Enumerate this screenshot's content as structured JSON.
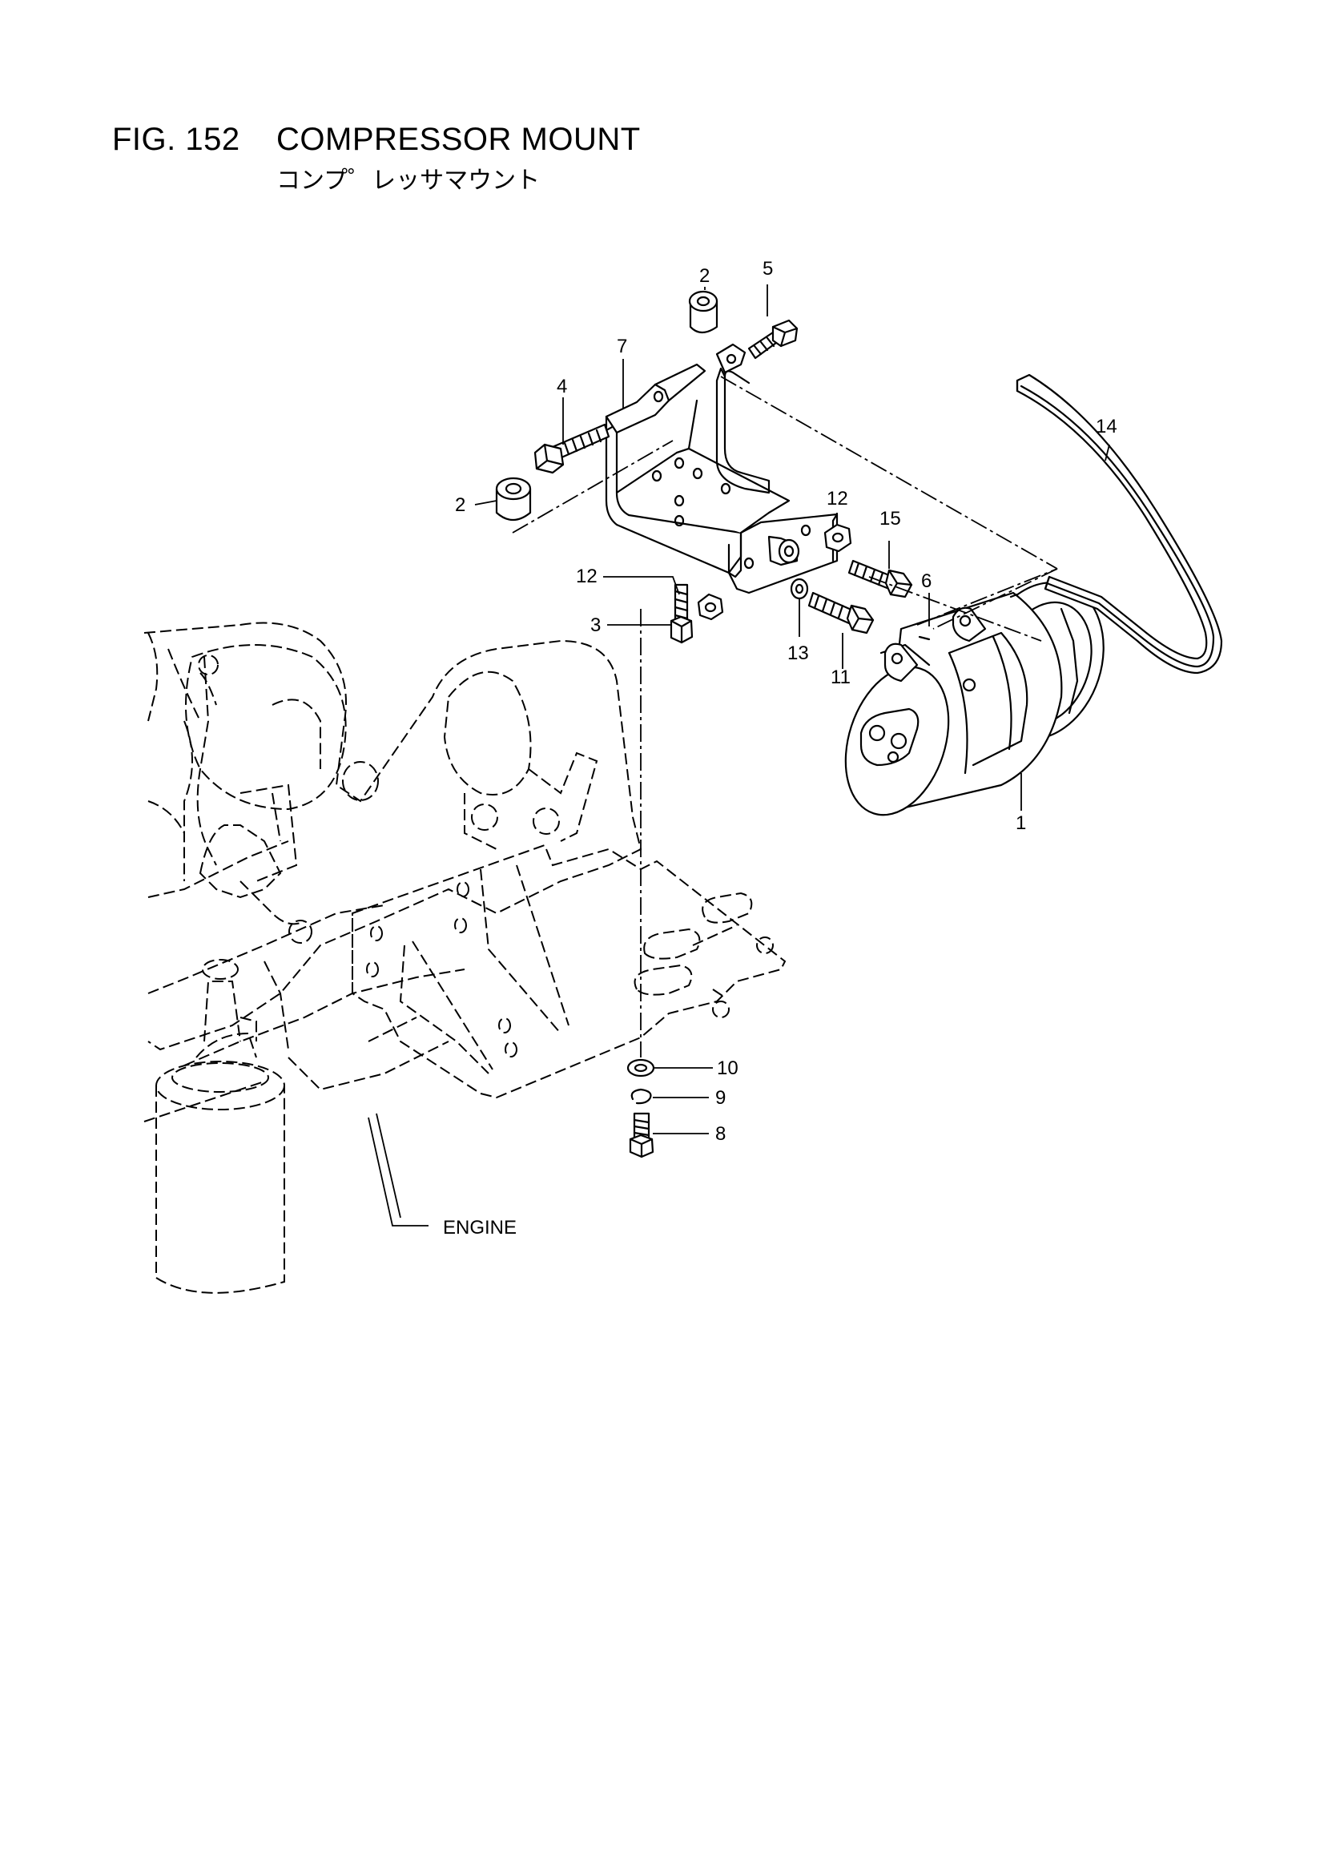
{
  "figure": {
    "number": "FIG. 152",
    "title": "COMPRESSOR MOUNT",
    "subtitle": "コンプ゜レッサマウント"
  },
  "callouts": [
    "1",
    "2",
    "2",
    "3",
    "4",
    "5",
    "6",
    "7",
    "8",
    "9",
    "10",
    "11",
    "12",
    "12",
    "13",
    "14",
    "15"
  ],
  "labels": {
    "engine": "ENGINE"
  }
}
